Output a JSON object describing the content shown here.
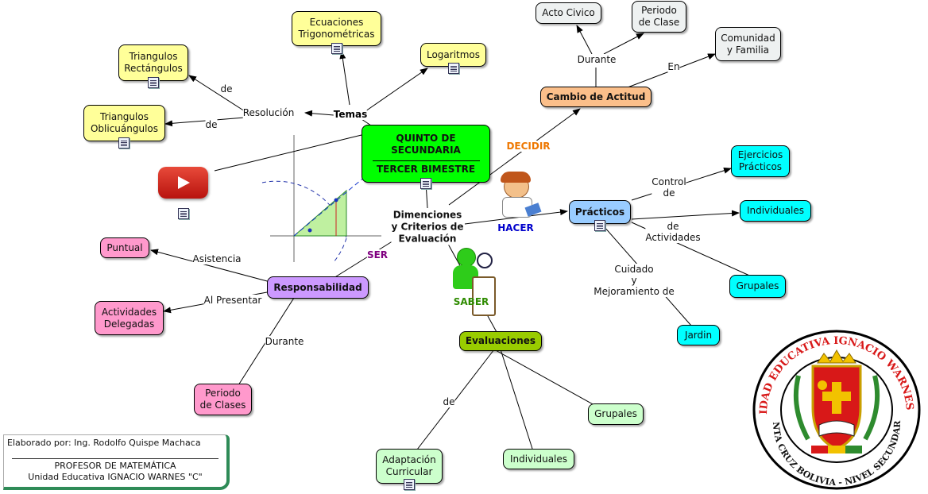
{
  "center": {
    "line1": "QUINTO DE",
    "line2": "SECUNDARIA",
    "line3": "TERCER BIMESTRE"
  },
  "nodes": {
    "temas": "Temas",
    "resolucion": "Resolución",
    "triang_rect": "Triangulos\nRectángulos",
    "triang_obl": "Triangulos\nOblicuángulos",
    "ecuaciones": "Ecuaciones\nTrigonométricas",
    "logaritmos": "Logaritmos",
    "dimensiones": "Dimenciones\ny Criterios de\nEvaluación",
    "decidir": "DECIDIR",
    "cambio": "Cambio de Actitud",
    "acto": "Acto Civico",
    "periodo_clase": "Periodo\nde Clase",
    "comunidad": "Comunidad\ny Familia",
    "hacer": "HACER",
    "practicos": "Prácticos",
    "ejercicios": "Ejercicios\nPrácticos",
    "individuales_p": "Individuales",
    "grupales_p": "Grupales",
    "jardin": "Jardin",
    "ser": "SER",
    "responsabilidad": "Responsabilidad",
    "puntual": "Puntual",
    "actividades": "Actividades\nDelegadas",
    "periodo_clases": "Periodo\nde Clases",
    "saber": "SABER",
    "evaluaciones": "Evaluaciones",
    "grupales_e": "Grupales",
    "individuales_e": "Individuales",
    "adaptacion": "Adaptación\nCurricular"
  },
  "labels": {
    "de1": "de",
    "de2": "de",
    "durante1": "Durante",
    "en": "En",
    "control": "Control\nde",
    "de_actividades": "de\nActividades",
    "cuidado": "Cuidado\ny\nMejoramiento de",
    "asistencia": "Asistencia",
    "al_presentar": "Al Presentar",
    "durante2": "Durante",
    "de3": "de"
  },
  "footer": {
    "author": "Elaborado por: Ing. Rodolfo Quispe Machaca",
    "role": "PROFESOR DE MATEMÁTICA",
    "school": "Unidad Educativa IGNACIO WARNES \"C\""
  },
  "seal": {
    "outer": "UNIDAD EDUCATIVA IGNACIO WARNES \"C\"",
    "inner": "SANTA CRUZ BOLIVIA - NIVEL SECUNDARIO"
  },
  "colors": {
    "yellow": "#ffff99",
    "green": "#00ff00",
    "orange": "#fbbf8a",
    "blue": "#99ccff",
    "cyan": "#00ffff",
    "purple": "#cc99ff",
    "pink": "#ff99cc",
    "olive": "#99cc00",
    "mint": "#ccffcc",
    "grey": "#eef1f1",
    "decidir": "#ee7700",
    "hacer": "#0000cc",
    "ser": "#800080",
    "saber": "#2e8b00"
  },
  "icons": [
    "document-icon",
    "youtube-icon",
    "boy-teacher-icon",
    "green-figure-icon",
    "school-seal-icon"
  ]
}
